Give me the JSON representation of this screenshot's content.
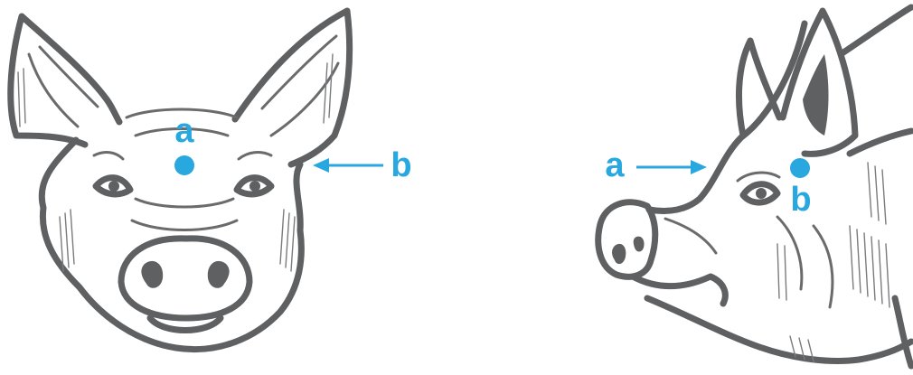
{
  "diagram": {
    "front_view": {
      "dot_label": "a",
      "arrow_label": "b"
    },
    "side_view": {
      "arrow_label": "a",
      "dot_label": "b"
    },
    "colors": {
      "marker": "#29a7df",
      "line_art": "#5f6062"
    },
    "icons": {
      "front": "pig-head-front-icon",
      "side": "pig-head-side-icon"
    }
  }
}
